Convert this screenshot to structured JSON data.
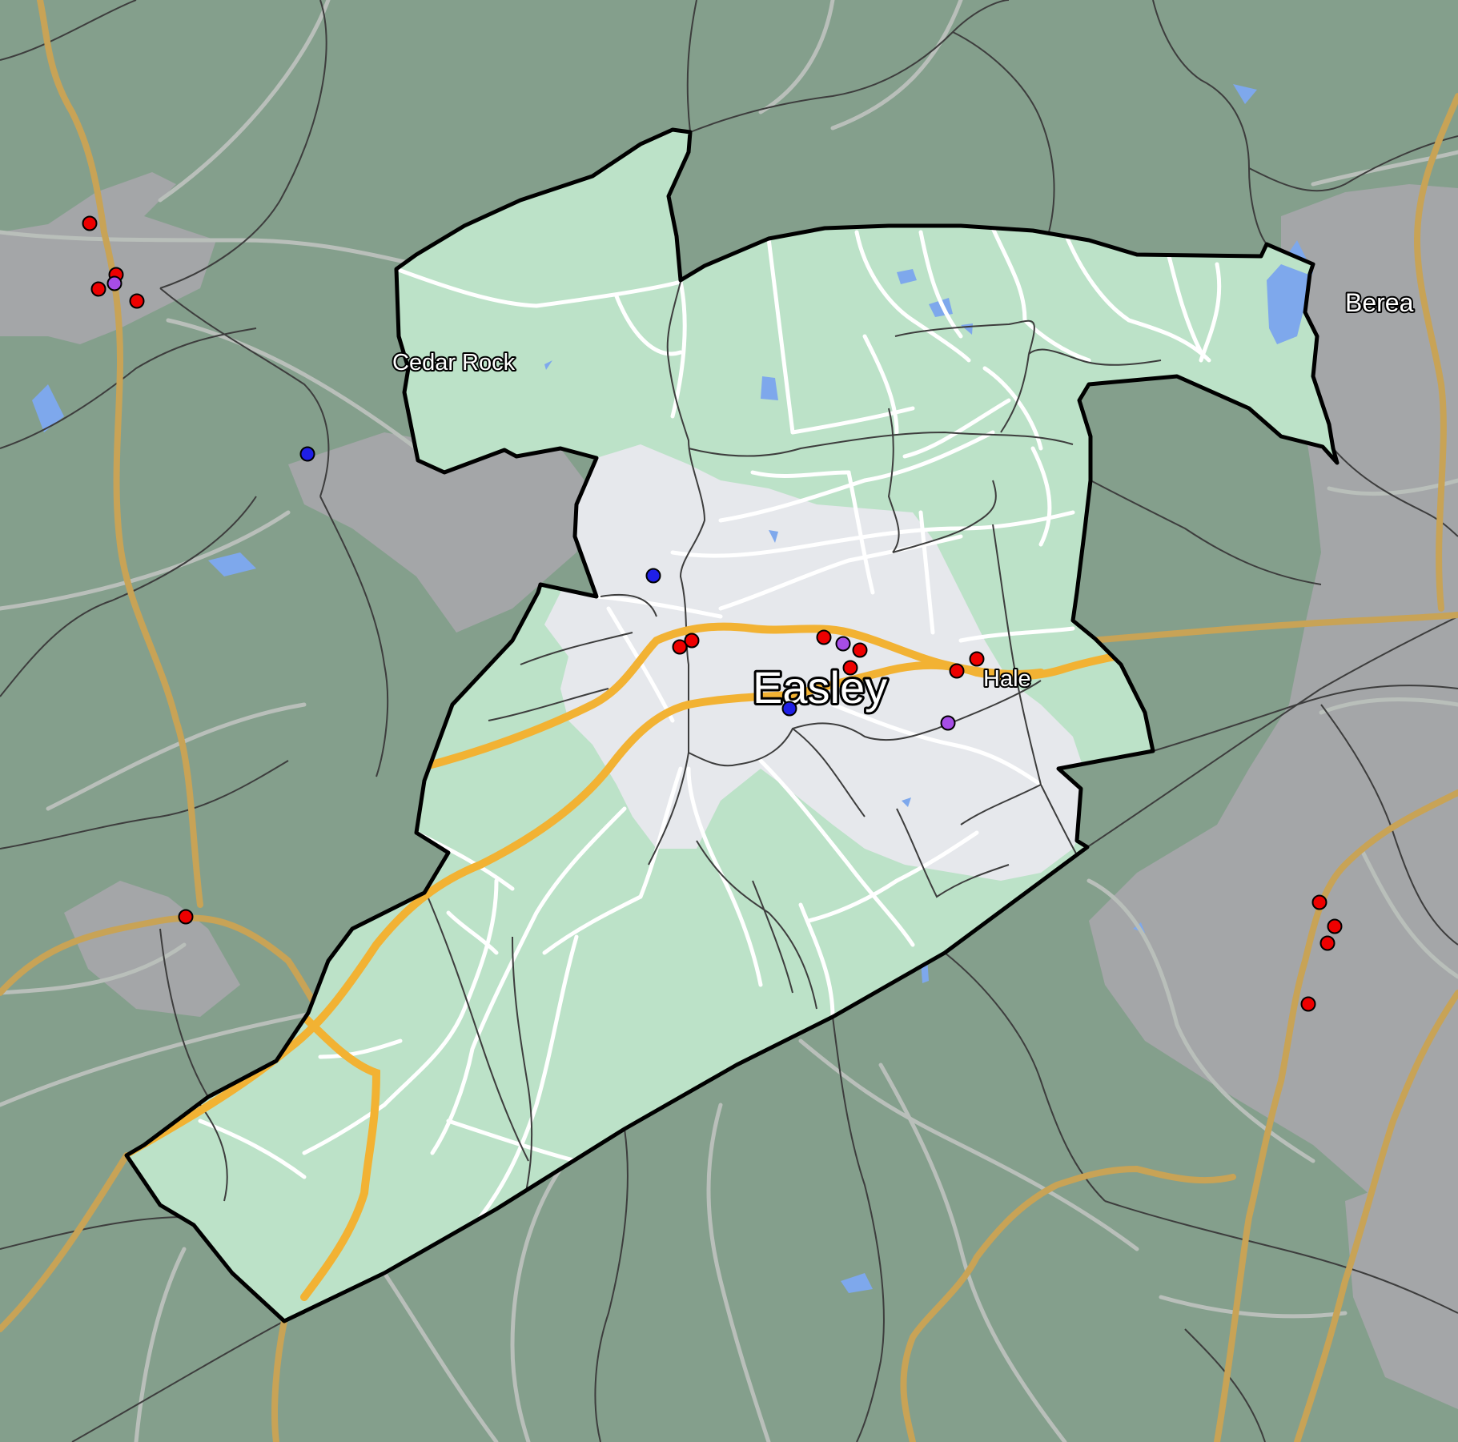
{
  "map": {
    "colors": {
      "outside": "#849f8c",
      "urban_outside": "#a4a6a8",
      "region": "#bce2c8",
      "region_urban": "#e6e8ec",
      "water": "#7ea8ec",
      "highway": "#f2b233",
      "highway_outside": "#c8a356",
      "road": "#ffffff",
      "road_outside": "#b9bfba",
      "boundary": "#3d3d3d",
      "outline": "#000000"
    },
    "labels": {
      "easley": "Easley",
      "cedar_rock": "Cedar Rock",
      "hale": "Hale",
      "berea": "Berea"
    },
    "marker_colors": {
      "red": "#ee0000",
      "blue": "#1f1fe6",
      "purple": "#a64de6"
    },
    "markers": [
      {
        "color": "red"
      },
      {
        "color": "red"
      },
      {
        "color": "purple"
      },
      {
        "color": "red"
      },
      {
        "color": "red"
      },
      {
        "color": "blue"
      },
      {
        "color": "red"
      },
      {
        "color": "blue"
      },
      {
        "color": "red"
      },
      {
        "color": "red"
      },
      {
        "color": "red"
      },
      {
        "color": "purple"
      },
      {
        "color": "red"
      },
      {
        "color": "red"
      },
      {
        "color": "red"
      },
      {
        "color": "red"
      },
      {
        "color": "blue"
      },
      {
        "color": "purple"
      },
      {
        "color": "red"
      },
      {
        "color": "red"
      },
      {
        "color": "red"
      },
      {
        "color": "red"
      }
    ]
  }
}
